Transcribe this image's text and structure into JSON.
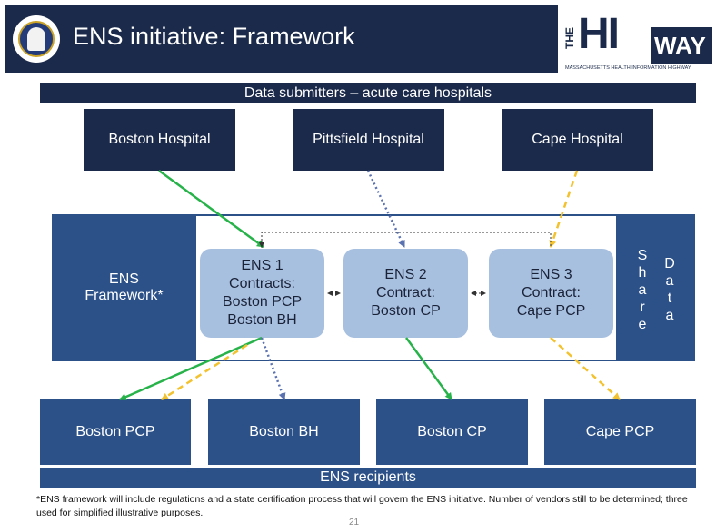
{
  "title": "ENS initiative: Framework",
  "logo": {
    "the": "THE",
    "hi": "HI",
    "way": "WAY",
    "subtitle": "MASSACHUSETTS HEALTH INFORMATION HIGHWAY"
  },
  "submitters_band": "Data submitters – acute care hospitals",
  "hospitals": [
    "Boston Hospital",
    "Pittsfield Hospital",
    "Cape Hospital"
  ],
  "framework_label": [
    "ENS",
    "Framework*"
  ],
  "share_data": {
    "share": [
      "S",
      "h",
      "a",
      "r",
      "e"
    ],
    "data": [
      "D",
      "a",
      "t",
      "a"
    ]
  },
  "ens_boxes": [
    {
      "lines": [
        "ENS 1",
        "Contracts:",
        "Boston PCP",
        "Boston BH"
      ]
    },
    {
      "lines": [
        "ENS 2",
        "Contract:",
        "Boston CP"
      ]
    },
    {
      "lines": [
        "ENS 3",
        "Contract:",
        "Cape PCP"
      ]
    }
  ],
  "recipients": [
    "Boston PCP",
    "Boston BH",
    "Boston CP",
    "Cape PCP"
  ],
  "recipients_band": "ENS recipients",
  "footnote": "*ENS framework will include regulations and a state certification process that will govern the ENS initiative. Number of vendors still to be determined; three used for simplified illustrative purposes.",
  "page_number": "21",
  "colors": {
    "green": "#27b34a",
    "blue_dotted": "#5b72b0",
    "gold_dashed": "#f2c230",
    "navy": "#1b2a4a",
    "mid_blue": "#2c5189",
    "light_blue": "#a8c0e0"
  }
}
